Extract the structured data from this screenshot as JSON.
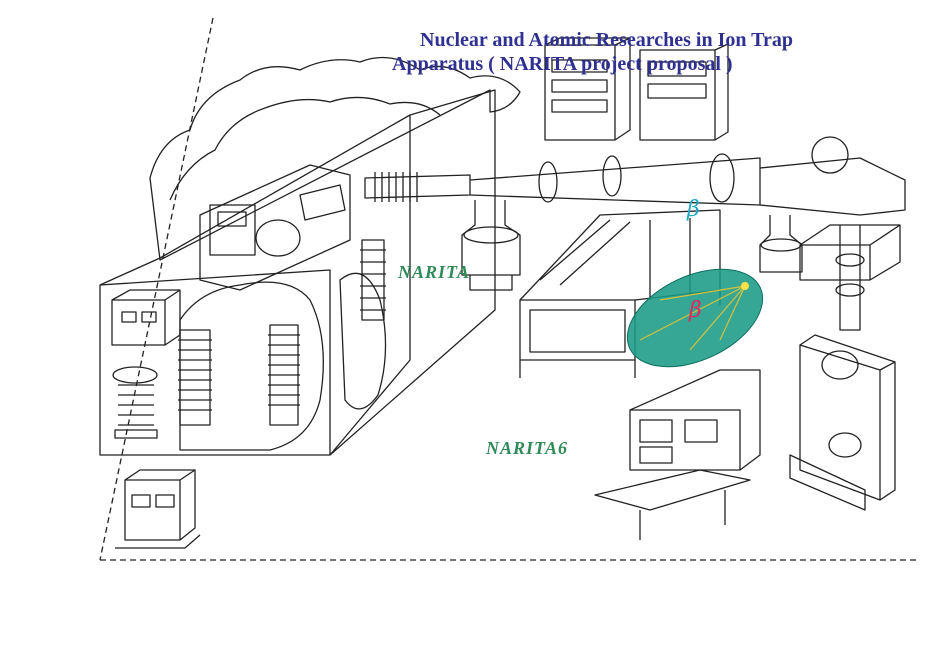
{
  "title": {
    "line1": "Nuclear and Atomic Researches in Ion Trap",
    "line2": "Apparatus  ( NARITA project proposal )"
  },
  "labels": {
    "narita": "NARITA",
    "narita6": "NARITA6",
    "beta_top": "β",
    "beta_ellipse": "β"
  },
  "colors": {
    "title": "#2e3192",
    "label_green": "#2e8b57",
    "ellipse_fill": "#1a9a86",
    "beta_top": "#1fa9c9",
    "beta_ellipse": "#e6265f",
    "line": "#222222"
  }
}
